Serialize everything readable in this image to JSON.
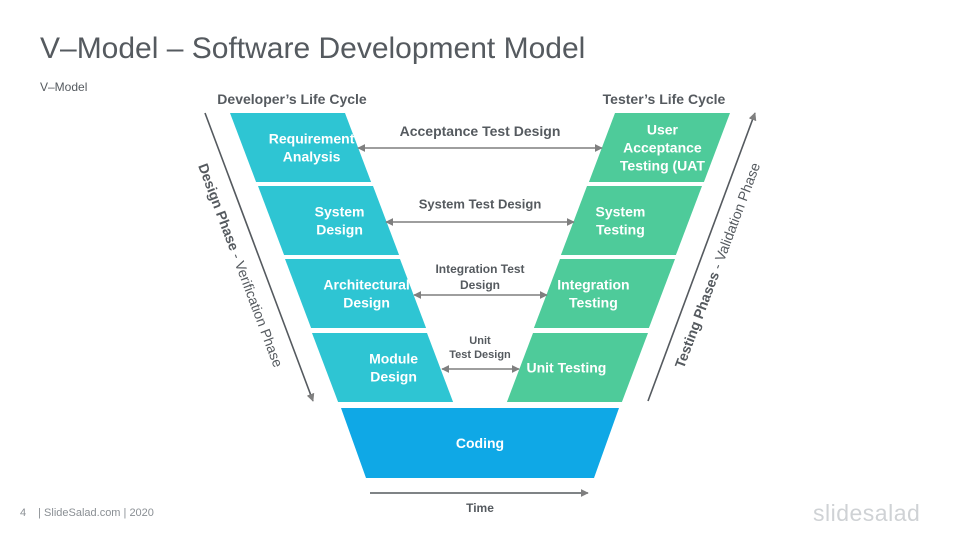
{
  "slide": {
    "title": "V–Model – Software Development Model",
    "subtitle": "V–Model"
  },
  "columns": {
    "developer": "Developer’s Life Cycle",
    "tester": "Tester’s Life Cycle"
  },
  "phases": {
    "design": {
      "bold": "Design Phase",
      "light": "Verification Phase"
    },
    "testing": {
      "bold": "Testing Phases",
      "light": "Validation Phase"
    }
  },
  "left_blocks": [
    {
      "lines": [
        "Requirement",
        "Analysis"
      ]
    },
    {
      "lines": [
        "System",
        "Design"
      ]
    },
    {
      "lines": [
        "Architectural",
        "Design"
      ]
    },
    {
      "lines": [
        "Module",
        "Design"
      ]
    }
  ],
  "right_blocks": [
    {
      "lines": [
        "User",
        "Acceptance",
        "Testing (UAT"
      ]
    },
    {
      "lines": [
        "System",
        "Testing"
      ]
    },
    {
      "lines": [
        "Integration",
        "Testing"
      ]
    },
    {
      "lines": [
        "Unit Testing"
      ]
    }
  ],
  "bottom_block": {
    "label": "Coding"
  },
  "links": [
    {
      "lines": [
        "Acceptance Test Design"
      ]
    },
    {
      "lines": [
        "System Test Design"
      ]
    },
    {
      "lines": [
        "Integration Test",
        "Design"
      ]
    },
    {
      "lines": [
        "Unit",
        "Test Design"
      ]
    }
  ],
  "time_label": "Time",
  "footer": {
    "page_number": "4",
    "text": "| SlideSalad.com | 2020"
  },
  "brand": "slidesalad",
  "colors": {
    "developer": "#2ec5d3",
    "tester": "#4ecb9a",
    "coding": "#0fa8e6",
    "arrow": "#7f7f7f",
    "text": "#555a5f"
  }
}
